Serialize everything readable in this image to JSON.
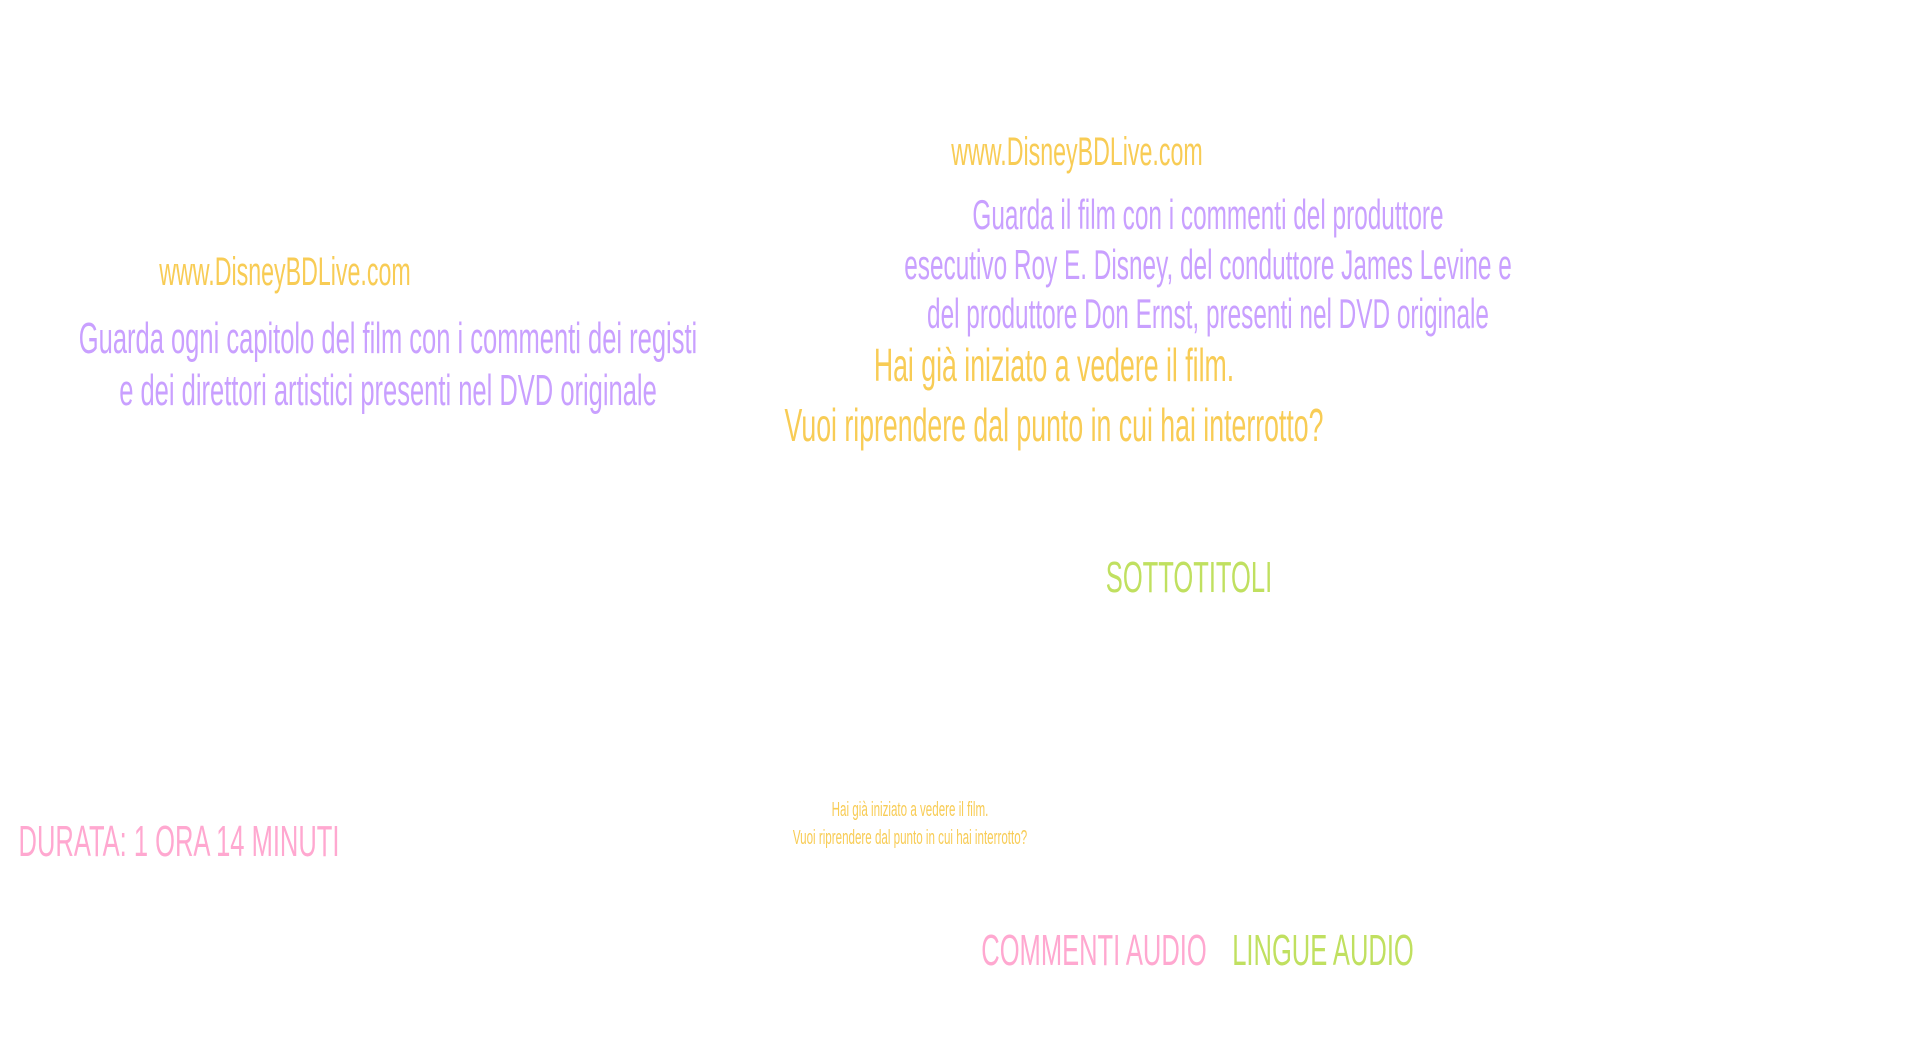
{
  "colors": {
    "yellow": "#f8cc55",
    "purple": "#c9a0ff",
    "pink": "#ffa8d0",
    "green": "#c0e060"
  },
  "top_url": "www.DisneyBDLive.com",
  "producer_commentary": [
    "Guarda il film con i commenti del produttore",
    "esecutivo Roy E. Disney, del conduttore James Levine e",
    "del produttore Don Ernst, presenti nel DVD originale"
  ],
  "resume": {
    "line1": "Hai già iniziato a vedere il film.",
    "line2": "Vuoi riprendere dal punto in cui hai interrotto?"
  },
  "subtitles_label": "SOTTOTITOLI",
  "left_url": "www.DisneyBDLive.com",
  "directors_commentary": [
    "Guarda ogni capitolo del film con i commenti dei registi",
    "e dei direttori artistici presenti nel DVD originale"
  ],
  "duration": "DURATA: 1 ORA 14 MINUTI",
  "resume_small": {
    "line1": "Hai già iniziato a vedere il film.",
    "line2": "Vuoi riprendere dal punto in cui hai interrotto?"
  },
  "audio_commentary_label": "COMMENTI AUDIO",
  "audio_languages_label": "LINGUE AUDIO"
}
